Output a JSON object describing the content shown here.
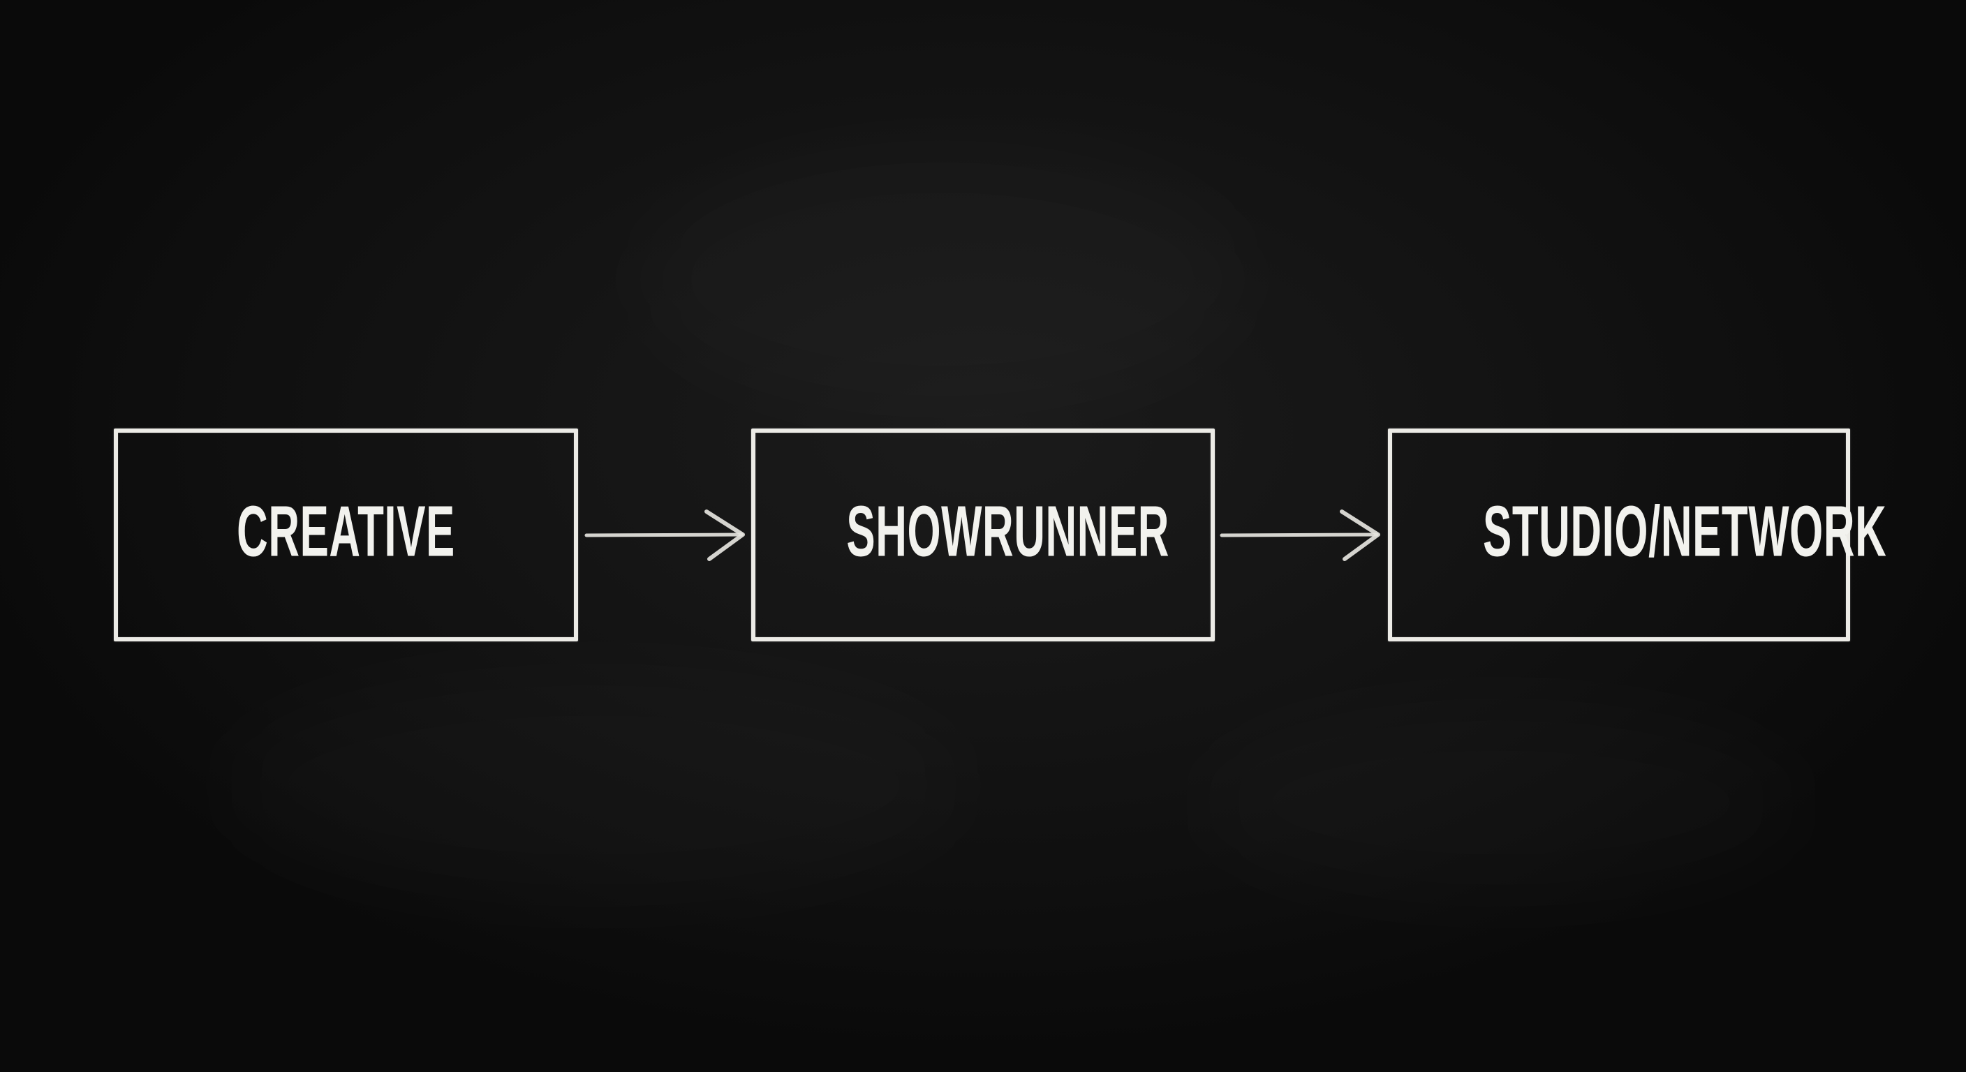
{
  "diagram": {
    "type": "flow",
    "background_color": "#141414",
    "stroke_color": "#ecebe6",
    "text_color": "#f2f2ee",
    "nodes": [
      {
        "id": "creative",
        "label": "CREATIVE"
      },
      {
        "id": "showrunner",
        "label": "SHOWRUNNER"
      },
      {
        "id": "studio_network",
        "label": "STUDIO/NETWORK"
      }
    ],
    "edges": [
      {
        "from": "creative",
        "to": "showrunner",
        "icon": "arrow-right-icon"
      },
      {
        "from": "showrunner",
        "to": "studio_network",
        "icon": "arrow-right-icon"
      }
    ]
  }
}
